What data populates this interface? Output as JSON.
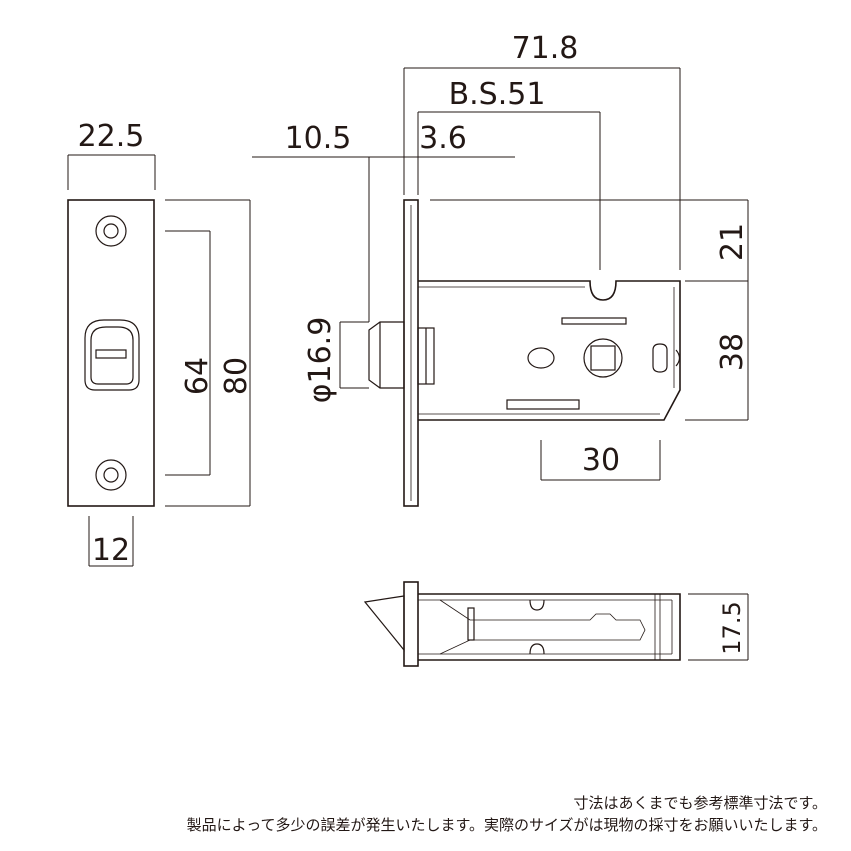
{
  "dimensions": {
    "overall_length": "71.8",
    "backset": "B.S.51",
    "front_offset": "10.5",
    "plate_thickness": "3.6",
    "plate_width": "22.5",
    "screw_pitch": "64",
    "plate_height": "80",
    "latch_width": "12",
    "latch_diameter": "φ16.9",
    "case_top_offset": "21",
    "case_height": "38",
    "spindle_offset": "30",
    "case_depth": "17.5"
  },
  "notes": {
    "line1": "寸法はあくまでも参考標準寸法です。",
    "line2": "製品によって多少の誤差が発生いたします。実際のサイズがは現物の採寸をお願いいたします。"
  }
}
